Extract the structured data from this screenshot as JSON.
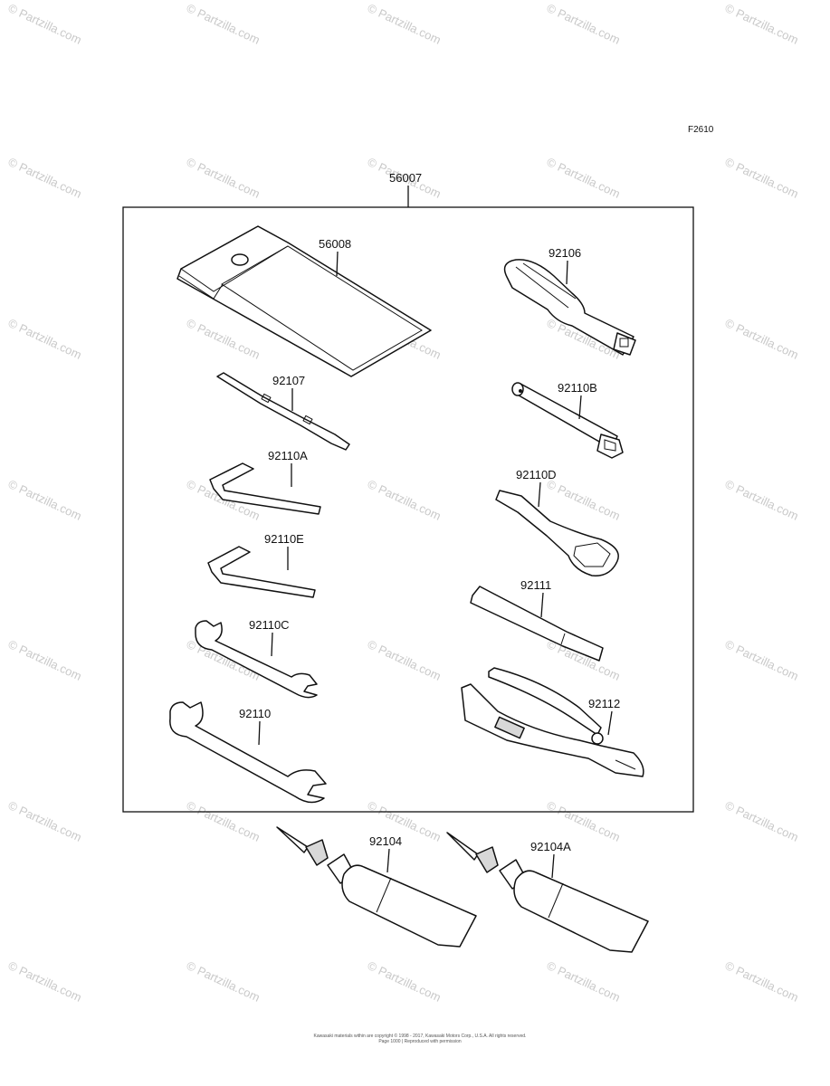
{
  "figure_code": "F2610",
  "watermark": "© Partzilla.com",
  "footer": {
    "line1": "Kawasaki materials within are copyright © 1998 - 2017, Kawasaki Motors Corp., U.S.A. All rights reserved.",
    "line2": "Page 1000  |  Reproduced with permission"
  },
  "parts": {
    "kit": "56007",
    "pouch": "56008",
    "handle": "92106",
    "screwdriver": "92107",
    "socket_wrench": "92110B",
    "hex_key_a": "92110A",
    "box_wrench": "92110D",
    "hex_key_e": "92110E",
    "extension_bar": "92111",
    "wrench_small": "92110C",
    "pliers": "92112",
    "wrench_large": "92110",
    "grease_1": "92104",
    "grease_2": "92104A"
  }
}
